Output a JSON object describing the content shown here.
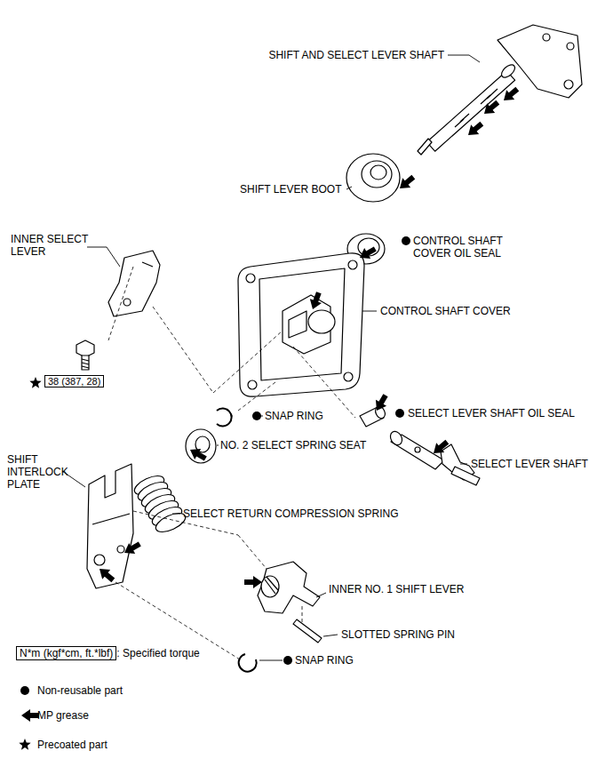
{
  "diagram": {
    "nodes": [
      {
        "text": [
          "38 (387, 28)"
        ]
      },
      {
        "text": [
          "N*m (kgf*cm, ft.*lbf)",
          ": Specified torque"
        ]
      }
    ],
    "labels": [
      "SHIFT AND SELECT LEVER SHAFT",
      "SHIFT LEVER BOOT",
      "CONTROL SHAFT COVER OIL SEAL",
      "INNER SELECT LEVER",
      "CONTROL SHAFT COVER",
      "SNAP RING",
      "NO. 2 SELECT SPRING SEAT",
      "SELECT LEVER SHAFT OIL SEAL",
      "SELECT LEVER SHAFT",
      "SHIFT INTERLOCK PLATE",
      "SELECT RETURN COMPRESSION SPRING",
      "INNER NO. 1 SHIFT LEVER",
      "SLOTTED SPRING PIN",
      "SNAP RING"
    ],
    "legend": [
      {
        "text": "Non-reusable part"
      },
      {
        "text": "MP grease"
      },
      {
        "text": "Precoated part"
      }
    ]
  }
}
